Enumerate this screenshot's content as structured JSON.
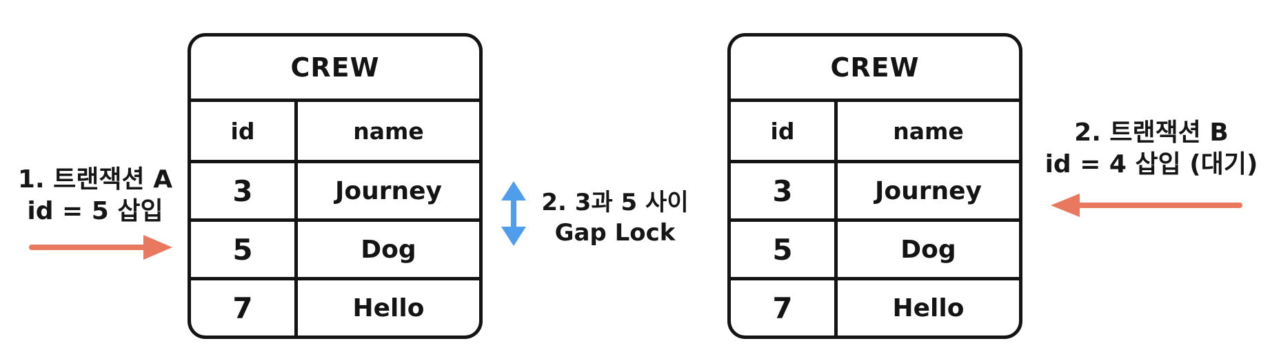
{
  "annotations": {
    "left": {
      "line1": "1. 트랜잭션 A",
      "line2": "id = 5 삽입"
    },
    "middle": {
      "line1": "2. 3과 5 사이",
      "line2": "Gap Lock"
    },
    "right": {
      "line1": "2. 트랜잭션 B",
      "line2": "id = 4 삽입 (대기)"
    }
  },
  "tables": [
    {
      "title": "CREW",
      "columns": [
        "id",
        "name"
      ],
      "rows": [
        [
          "3",
          "Journey"
        ],
        [
          "5",
          "Dog"
        ],
        [
          "7",
          "Hello"
        ]
      ]
    },
    {
      "title": "CREW",
      "columns": [
        "id",
        "name"
      ],
      "rows": [
        [
          "3",
          "Journey"
        ],
        [
          "5",
          "Dog"
        ],
        [
          "7",
          "Hello"
        ]
      ]
    }
  ],
  "icons": {
    "left_arrow": "arrow-right-icon",
    "gap_arrow": "arrow-vertical-double-icon",
    "right_arrow": "arrow-left-icon"
  },
  "colors": {
    "arrow_red": "#E8795F",
    "arrow_blue": "#4F9EEB",
    "line_black": "#141414"
  }
}
